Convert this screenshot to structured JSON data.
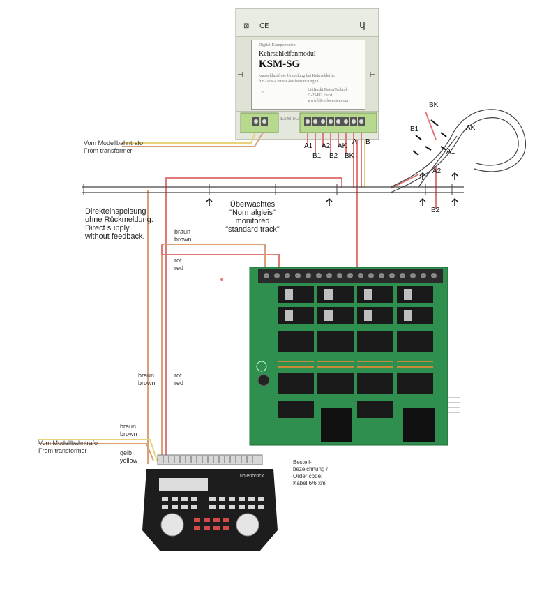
{
  "module": {
    "brand": "Digital-Komponenten",
    "title": "Kehrschleifenmodul",
    "type": "KSM-SG",
    "desc_line1": "kurzschlussfreie Umpolung bei Kehrschleifen",
    "desc_line2": "für Zwei-Leiter-Gleichstrom/Digital",
    "maker_line1": "Littfinski DatenTechnik",
    "maker_line2": "D-25492 Heist",
    "maker_line3": "www.ldt-infocenter.com",
    "ce_mark": "CE",
    "terminal_label": "KSM-SG"
  },
  "terminals": {
    "top_row": [
      "A1",
      "A2",
      "AK",
      "A"
    ],
    "bottom_row": [
      "B1",
      "B2",
      "BK",
      "B"
    ]
  },
  "labels": {
    "from_trafo_de_1": "Vom Modellbahntrafo",
    "from_trafo_en_1": "From transformer",
    "direct_supply": [
      "Direkteinspeisung",
      "ohne Rückmeldung.",
      "Direct supply",
      "without feedback."
    ],
    "monitored": [
      "Überwachtes",
      "\"Normalgleis\"",
      "monitored",
      "\"standard track\""
    ],
    "brown_top": [
      "braun",
      "brown"
    ],
    "red_top": [
      "rot",
      "red"
    ],
    "brown_bottom": [
      "braun",
      "brown"
    ],
    "red_bottom": [
      "rot",
      "red"
    ],
    "brown_trafo": [
      "braun",
      "brown"
    ],
    "yellow_trafo": [
      "gelb",
      "yellow"
    ],
    "from_trafo_de_2": "Vom Modellbahntrafo",
    "from_trafo_en_2": "From transformer",
    "order_code": [
      "Bestell-",
      "bezeichnung /",
      "Order code:",
      "Kabel 6/6 xm"
    ],
    "controller_brand": "uhlenbrock"
  },
  "track_labels": {
    "BK": "BK",
    "AK": "AK",
    "B1": "B1",
    "A1": "A1",
    "A2": "A2",
    "B2": "B2"
  },
  "colors": {
    "brown_wire": "#d9a07a",
    "red_wire": "#e07a78",
    "yellow_wire": "#e8d27a",
    "pcb_green": "#2f8f4e",
    "module_body": "#dfe3d6",
    "module_green": "#b6d98e",
    "controller_body": "#1d1d1d"
  }
}
